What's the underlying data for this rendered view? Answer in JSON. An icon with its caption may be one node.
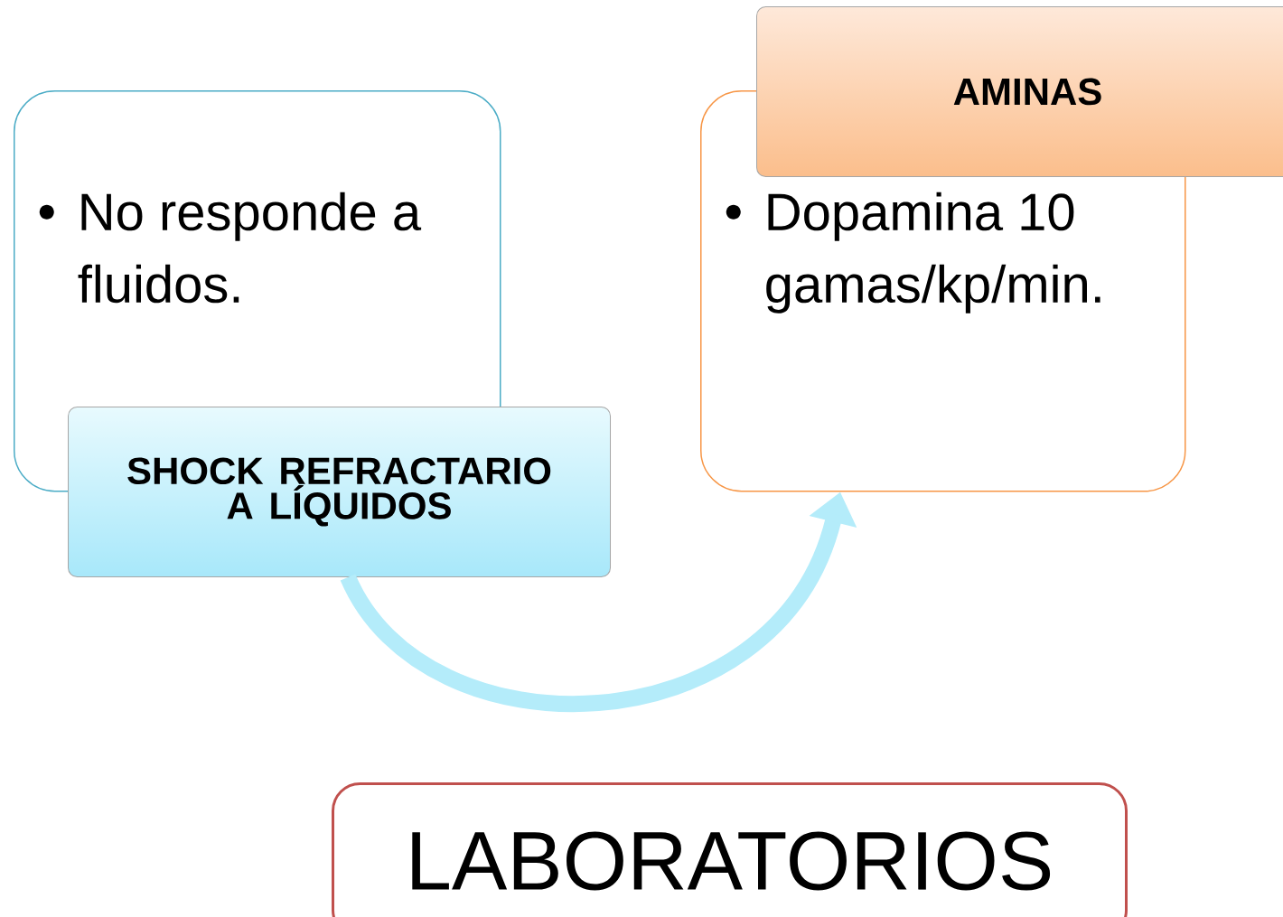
{
  "diagram": {
    "nodes": [
      {
        "text": [
          "No responde a fluidos."
        ]
      },
      {
        "text": [
          "SHOCK REFRACTARIO A LÍQUIDOS"
        ]
      },
      {
        "text": [
          "Dopamina 10 gamas/kp/min."
        ]
      },
      {
        "text": [
          "AMINAS"
        ]
      },
      {
        "text": [
          "LABORATORIOS"
        ]
      }
    ],
    "edges": [
      {
        "from": 1,
        "to": 2,
        "arrow": "to"
      }
    ]
  }
}
